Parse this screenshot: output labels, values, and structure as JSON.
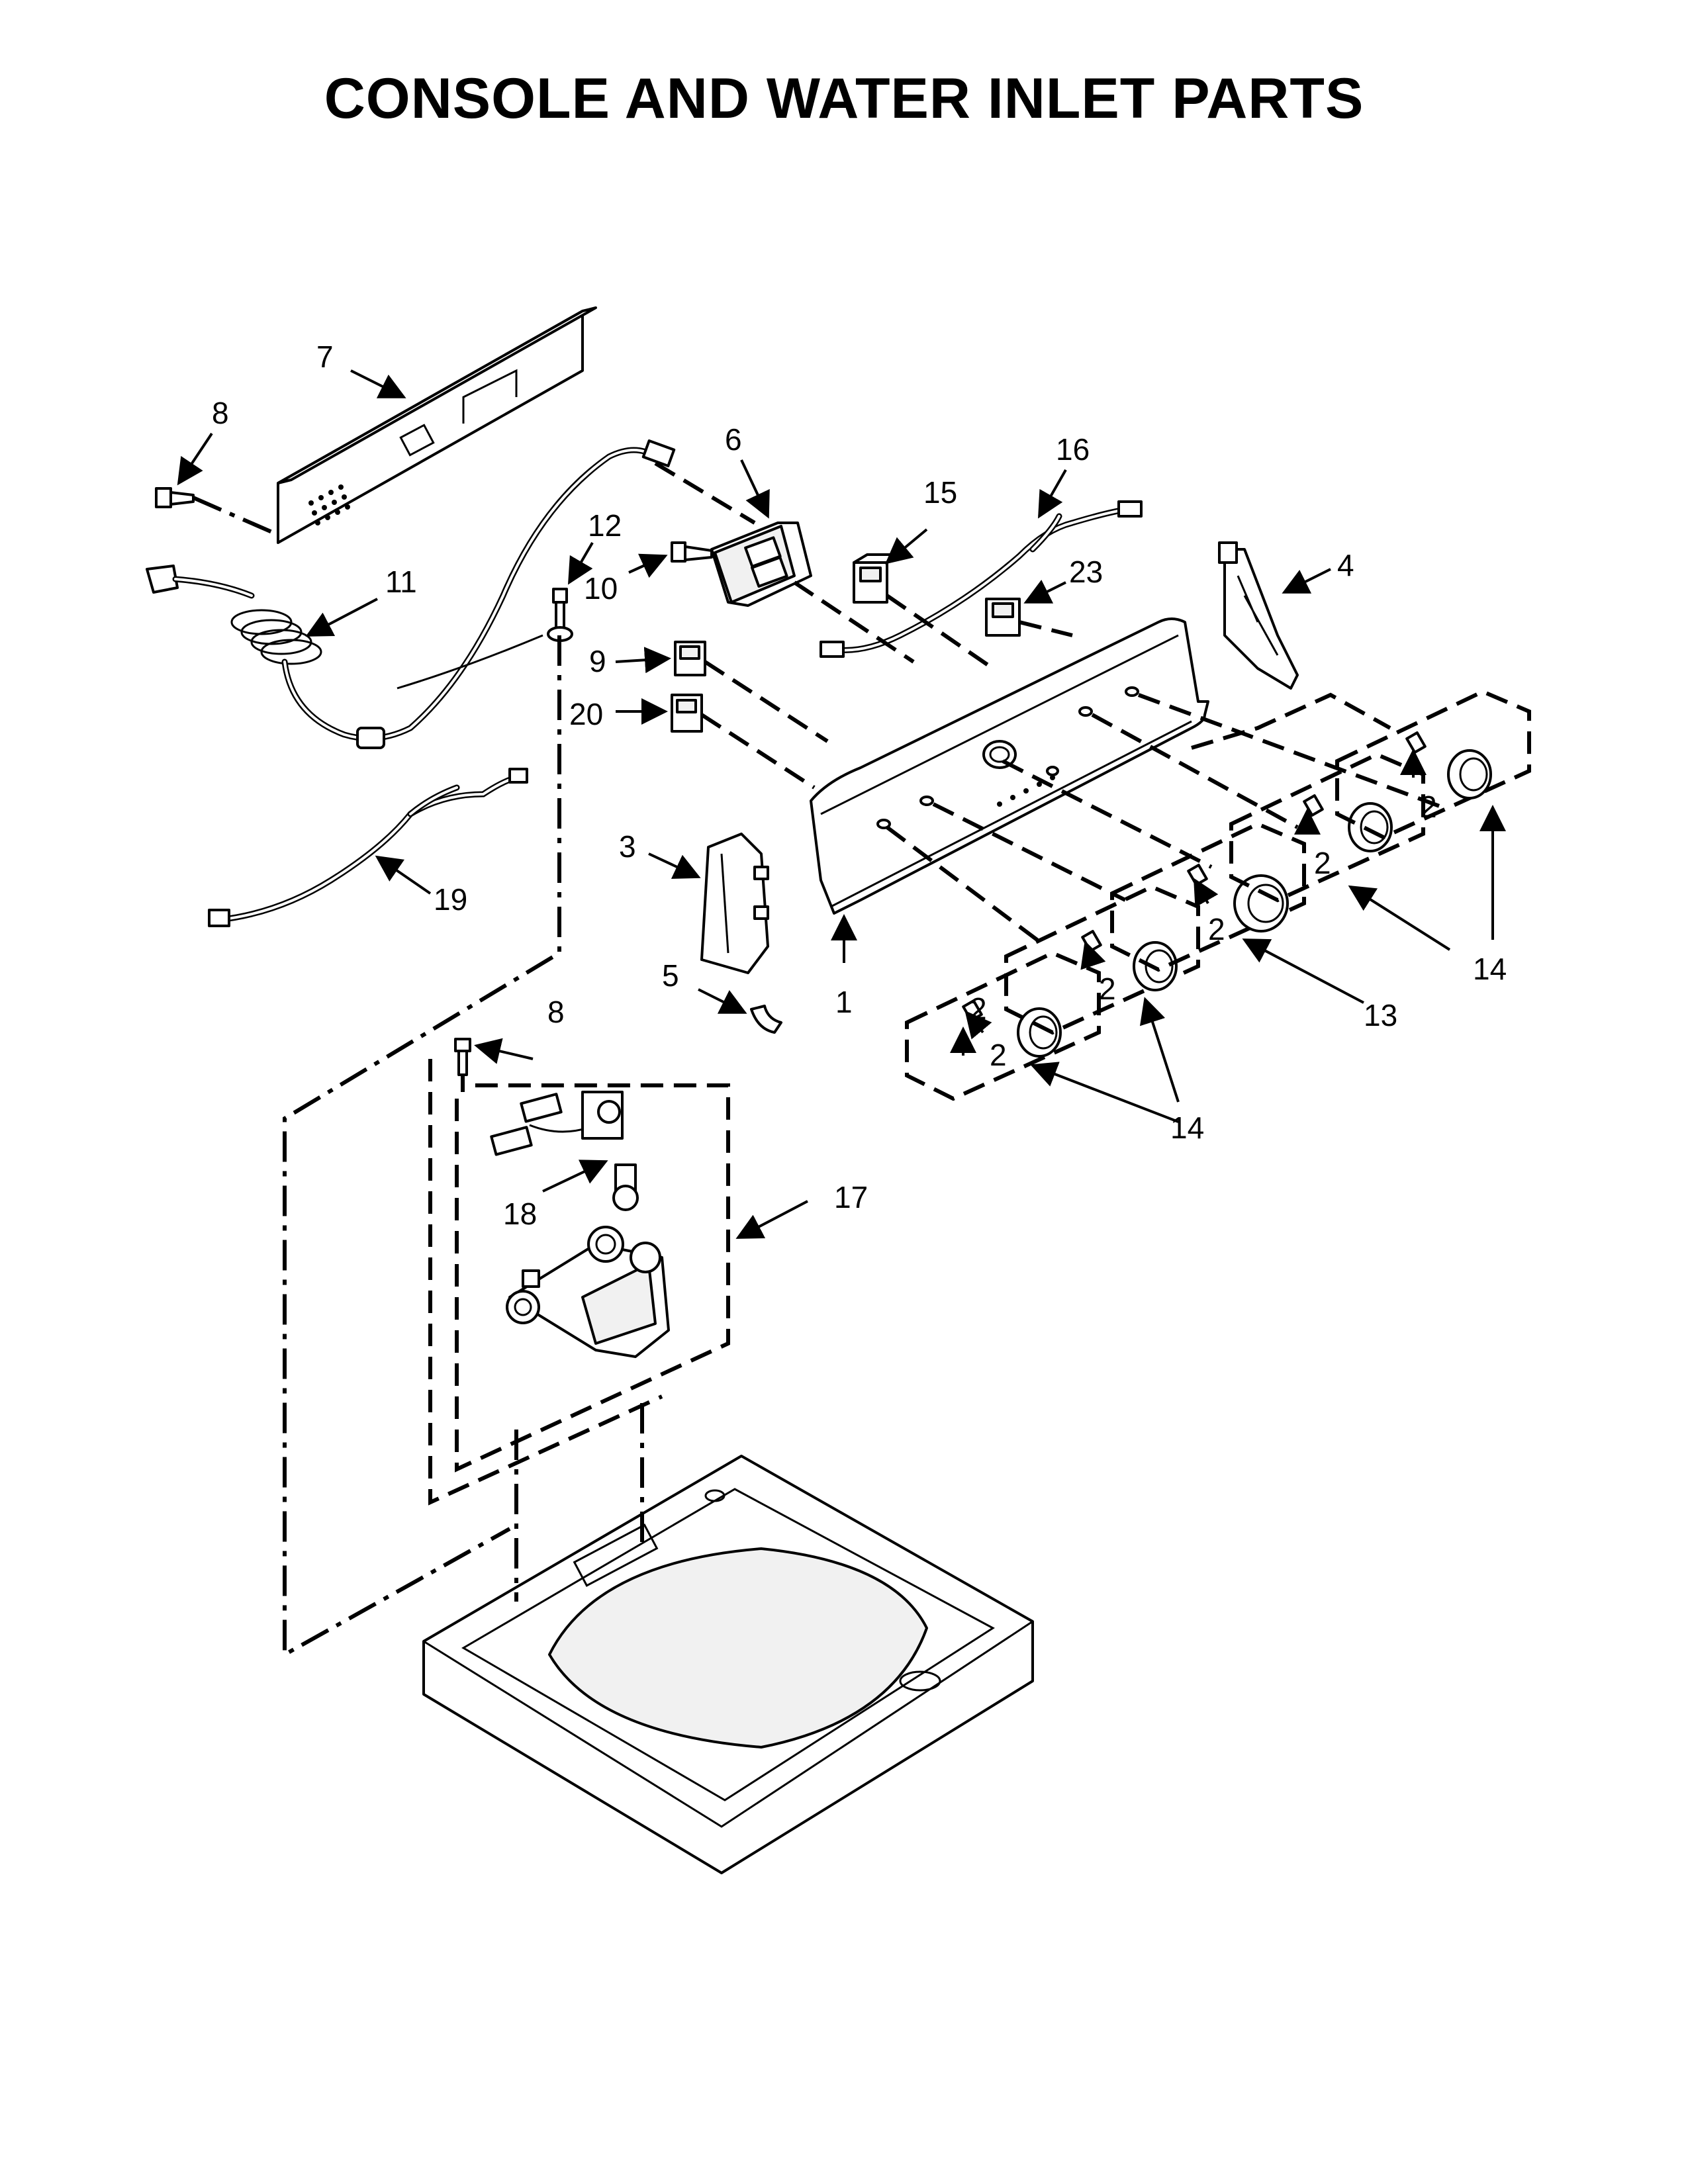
{
  "title": "CONSOLE AND WATER INLET PARTS",
  "callouts": {
    "c1": "1",
    "c2a": "2",
    "c2b": "2",
    "c2c": "2",
    "c2d": "2",
    "c2e": "2",
    "c2f": "2",
    "c3": "3",
    "c4": "4",
    "c5": "5",
    "c6": "6",
    "c7": "7",
    "c8a": "8",
    "c8b": "8",
    "c9": "9",
    "c10": "10",
    "c11": "11",
    "c12": "12",
    "c13": "13",
    "c14a": "14",
    "c14b": "14",
    "c15": "15",
    "c16": "16",
    "c17": "17",
    "c18": "18",
    "c19": "19",
    "c20": "20",
    "c23": "23"
  }
}
